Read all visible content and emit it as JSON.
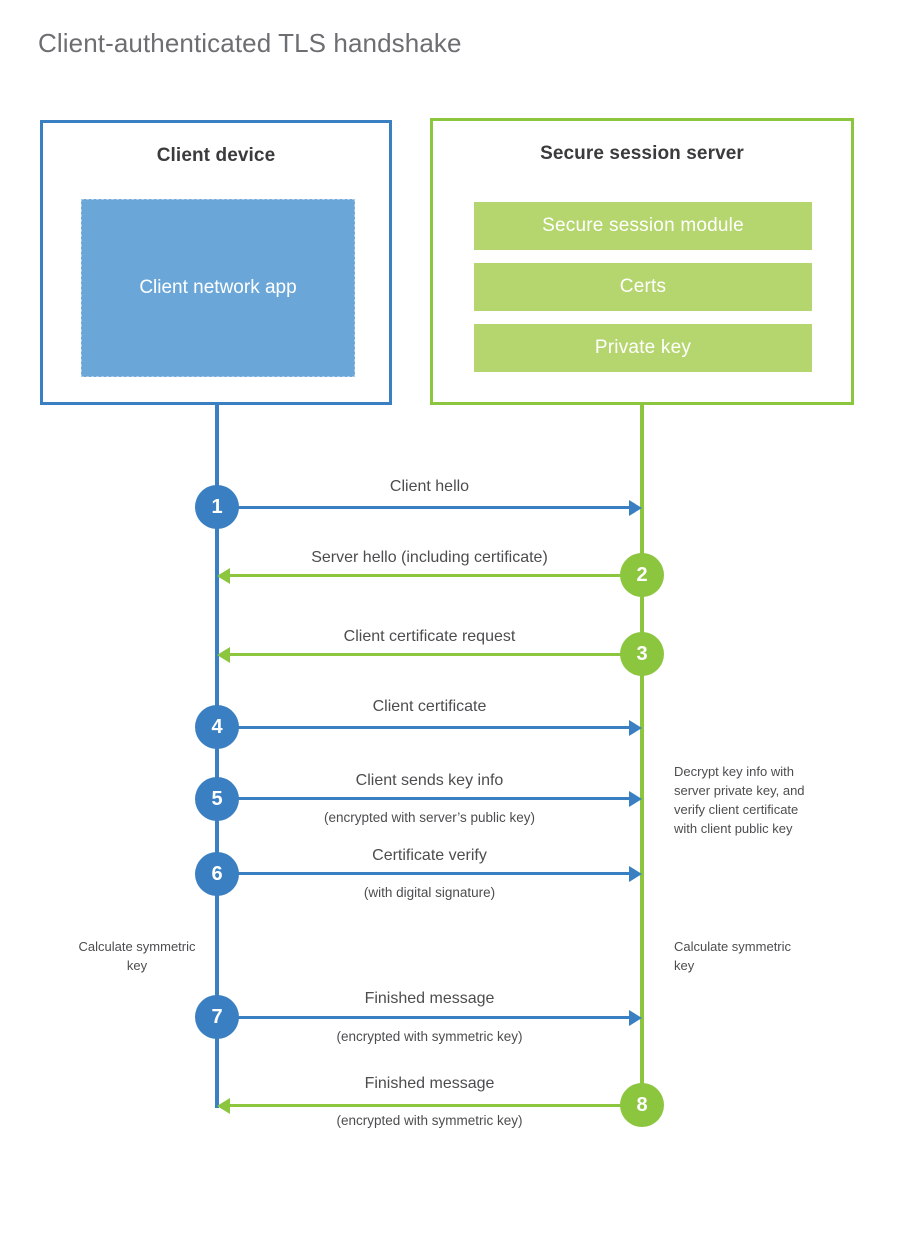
{
  "title": "Client-authenticated TLS handshake",
  "colors": {
    "client_blue": "#3a7fc1",
    "client_app_fill": "#6aa7d8",
    "server_green": "#8cc63f",
    "server_bar_fill": "#b5d66f",
    "text_gray": "#4d4d4f",
    "title_gray": "#6d6e71"
  },
  "client": {
    "title": "Client device",
    "app_label": "Client network app"
  },
  "server": {
    "title": "Secure session server",
    "bars": [
      {
        "label": "Secure session module"
      },
      {
        "label": "Certs"
      },
      {
        "label": "Private key"
      }
    ]
  },
  "steps": [
    {
      "number": "1",
      "side": "client",
      "direction": "right",
      "label": "Client hello",
      "sub": ""
    },
    {
      "number": "2",
      "side": "server",
      "direction": "left",
      "label": "Server hello (including certificate)",
      "sub": ""
    },
    {
      "number": "3",
      "side": "server",
      "direction": "left",
      "label": "Client certificate request",
      "sub": ""
    },
    {
      "number": "4",
      "side": "client",
      "direction": "right",
      "label": "Client certificate",
      "sub": ""
    },
    {
      "number": "5",
      "side": "client",
      "direction": "right",
      "label": "Client sends key info",
      "sub": "(encrypted with server’s public key)"
    },
    {
      "number": "6",
      "side": "client",
      "direction": "right",
      "label": "Certificate verify",
      "sub": "(with digital signature)"
    },
    {
      "number": "7",
      "side": "client",
      "direction": "right",
      "label": "Finished message",
      "sub": "(encrypted with symmetric key)"
    },
    {
      "number": "8",
      "side": "server",
      "direction": "left",
      "label": "Finished message",
      "sub": "(encrypted with symmetric key)"
    }
  ],
  "annotations": {
    "server_decrypt": "Decrypt key info with server private key, and verify client certificate with client public key",
    "client_calculate": "Calculate symmetric key",
    "server_calculate": "Calculate symmetric key"
  }
}
